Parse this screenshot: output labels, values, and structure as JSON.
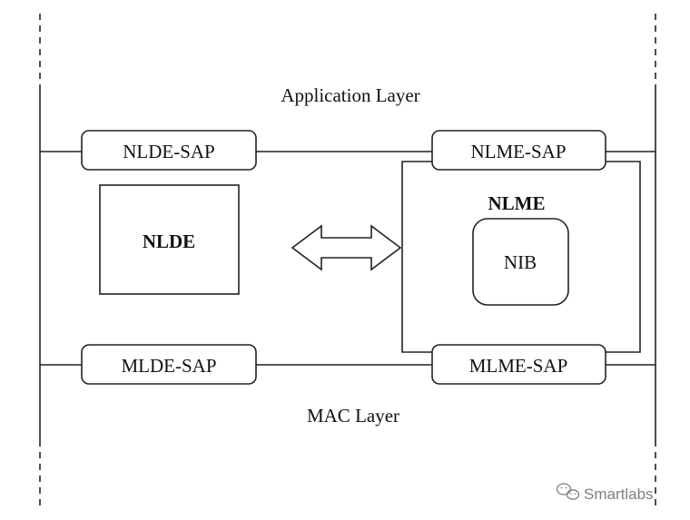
{
  "diagram": {
    "upper_layer_label": "Application Layer",
    "lower_layer_label": "MAC Layer",
    "sap": {
      "nlde": "NLDE-SAP",
      "nlme": "NLME-SAP",
      "mlde": "MLDE-SAP",
      "mlme": "MLME-SAP"
    },
    "entities": {
      "nlde": "NLDE",
      "nlme": "NLME",
      "nib": "NIB"
    }
  },
  "watermark": {
    "icon": "wechat-icon",
    "text": "Smartlabs"
  }
}
